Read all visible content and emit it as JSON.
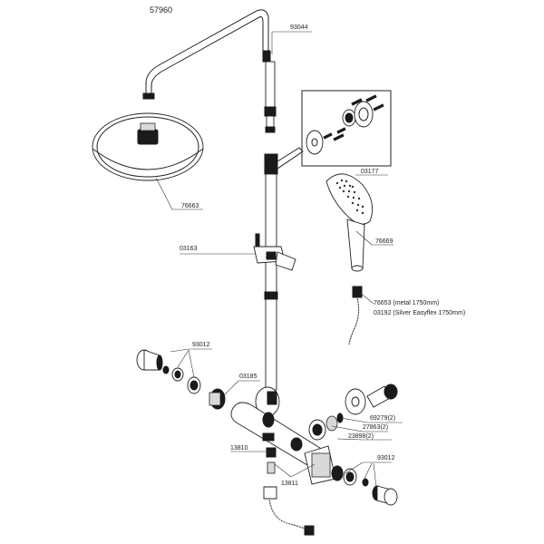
{
  "model_number": "57960",
  "parts": {
    "p93044": "93044",
    "p03177": "03177",
    "p76663": "76663",
    "p76669": "76669",
    "p03163": "03163",
    "p76653": "76653 (metal 1750mm)",
    "p03192": "03192 (Silver Easyflex 1750mm)",
    "p93012_top": "93012",
    "p03185": "03185",
    "p69279": "69279(2)",
    "p27863": "27863(2)",
    "p23898": "23898(2)",
    "p13810": "13810",
    "p13811": "13811",
    "p93012_bottom": "93012"
  }
}
